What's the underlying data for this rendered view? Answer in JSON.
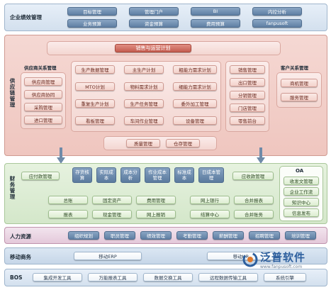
{
  "enterprise": {
    "title": "企业绩效管理",
    "items": [
      "目标管理",
      "管理门户",
      "BI",
      "内控分析",
      "业务预算",
      "资金预算",
      "费用预算",
      "fanpusoft"
    ]
  },
  "supply_chain": {
    "title": "供应链管理",
    "plan_title": "销售与运营计划",
    "supplier": {
      "title": "供应商关系管理",
      "items": [
        "供应商管理",
        "供应商协同",
        "采购管理",
        "进口管理"
      ]
    },
    "customer": {
      "title": "客户关系管理",
      "items": [
        "商机管理",
        "服务管理"
      ]
    },
    "production": [
      "生产数据管理",
      "主生产计划",
      "粗能力需求计划",
      "MTO计划",
      "物料需求计划",
      "细能力需求计划",
      "重复生产计划",
      "生产任务管理",
      "委外加工管理",
      "看板管理",
      "车间作业管理",
      "设备管理"
    ],
    "sales": [
      "销售管理",
      "出口管理",
      "分销管理",
      "门店管理",
      "零售前台"
    ],
    "bottom": [
      "质量管理",
      "仓存管理"
    ]
  },
  "finance": {
    "title": "财务管理",
    "left_btn": "应付款管理",
    "right_btn": "应收款管理",
    "grid": [
      "存货核算",
      "实际成本",
      "成本分析",
      "作业成本管理",
      "标准成本",
      "日成本管理"
    ],
    "row1": [
      "总账",
      "固定资产",
      "费用管理",
      "网上银行",
      "合并报表"
    ],
    "row2": [
      "报表",
      "现金管理",
      "网上报销",
      "结算中心",
      "合并账务"
    ],
    "oa": {
      "title": "OA",
      "items": [
        "收发文管理",
        "企业工作流",
        "知识中心",
        "信息发布"
      ]
    }
  },
  "hr": {
    "title": "人力资源",
    "items": [
      "组织规划",
      "职员管理",
      "绩效管理",
      "考勤管理",
      "薪酬管理",
      "招聘管理",
      "培训管理"
    ]
  },
  "mobile": {
    "title": "移动商务",
    "items": [
      "移动ERP",
      "移动HR"
    ]
  },
  "bos": {
    "title": "BOS",
    "items": [
      "集成开发工具",
      "万能报表工具",
      "数据交换工具",
      "远程数据传输工具",
      "系统引擎"
    ]
  },
  "logo": {
    "name": "泛普软件",
    "url": "www.fanpusoft.com"
  },
  "colors": {
    "blue_button": "#6b89ab",
    "red_button": "#c45d50",
    "pink_panel": "#f3d6d1",
    "green_band": "#dcedd0"
  }
}
